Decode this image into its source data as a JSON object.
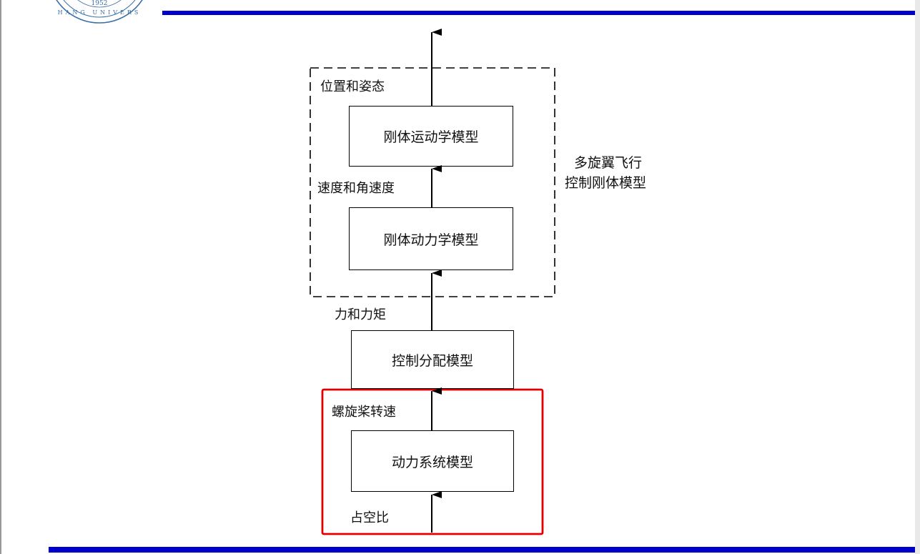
{
  "header": {
    "logo_year": "1952",
    "logo_text": "HANG UNIVERS"
  },
  "diagram": {
    "group_label_line1": "多旋翼飞行",
    "group_label_line2": "控制刚体模型",
    "blocks": {
      "kinematics": "刚体运动学模型",
      "dynamics": "刚体动力学模型",
      "allocation": "控制分配模型",
      "propulsion": "动力系统模型"
    },
    "signals": {
      "pose": "位置和姿态",
      "velocity": "速度和角速度",
      "force_torque": "力和力矩",
      "rotor_speed": "螺旋桨转速",
      "duty_cycle": "占空比"
    }
  },
  "colors": {
    "rule_blue": "#0000cc",
    "highlight_red": "#e00000",
    "logo_blue": "#3a6ea5"
  }
}
